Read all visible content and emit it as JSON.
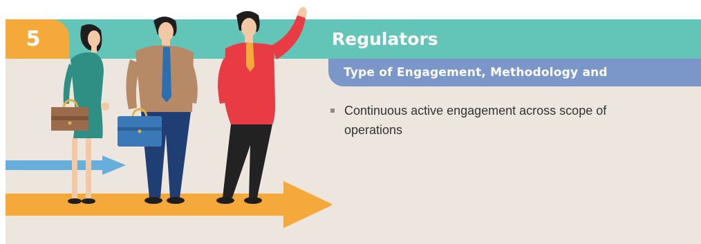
{
  "section": {
    "number": "5",
    "title": "Regulators",
    "subtitle": "Type of Engagement,  Methodology and",
    "bullets": [
      {
        "text": "Continuous active engagement across scope of operations"
      }
    ]
  },
  "colors": {
    "teal_band": "#63c5b7",
    "number_box": "#f6a93b",
    "subtitle_bar": "#7b96c9",
    "panel": "#ece6df",
    "arrow_orange": "#f6a93b",
    "arrow_blue": "#66aedc"
  },
  "illustration": {
    "description_icons": [
      "woman-with-briefcase-icon",
      "man-with-briefcase-icon",
      "man-pointing-icon",
      "orange-arrow-icon",
      "blue-arrow-icon"
    ]
  }
}
